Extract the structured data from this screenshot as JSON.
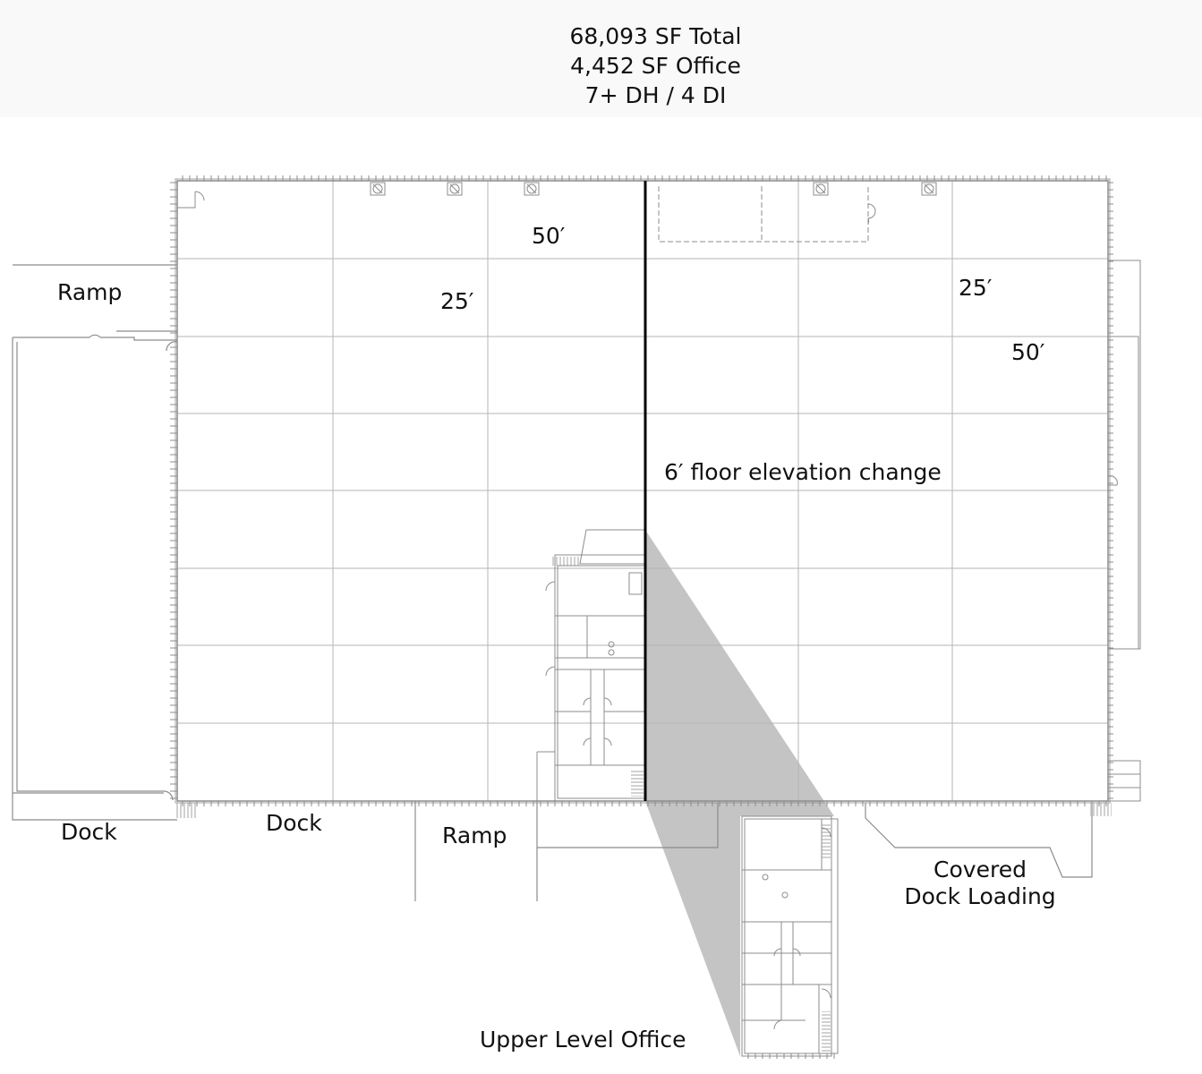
{
  "header": {
    "total_sf": "68,093 SF Total",
    "office_sf": "4,452 SF Office",
    "doors": "7+ DH / 4 DI"
  },
  "colors": {
    "header_bg": "#f9f9f9",
    "grid_line": "#b5b5b5",
    "wall_line": "#8c8c8c",
    "elevation_line": "#000000",
    "callout_shade": "#c4c4c4"
  },
  "labels": {
    "ramp_west": "Ramp",
    "dim_50_left": "50′",
    "dim_25_left": "25′",
    "dim_25_right": "25′",
    "dim_50_right": "50′",
    "elevation_change": "6′ floor elevation change",
    "dock_left": "Dock",
    "dock_center": "Dock",
    "ramp_south": "Ramp",
    "covered_dock_line1": "Covered",
    "covered_dock_line2": "Dock Loading",
    "upper_level_office": "Upper Level Office"
  },
  "grid": {
    "columns_x": [
      198,
      372,
      545,
      720,
      892,
      1064,
      1238
    ],
    "rows_y": [
      202,
      289,
      376,
      462,
      548,
      635,
      721,
      808,
      895
    ]
  }
}
